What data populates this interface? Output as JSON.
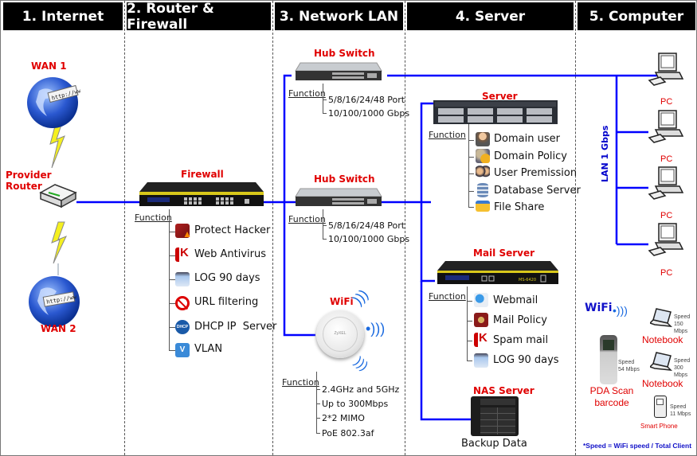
{
  "headers": [
    {
      "label": "1. Internet"
    },
    {
      "label": "2. Router & Firewall"
    },
    {
      "label": "3. Network LAN"
    },
    {
      "label": "4. Server"
    },
    {
      "label": "5. Computer"
    }
  ],
  "internet": {
    "wan1": "WAN 1",
    "wan2": "WAN 2",
    "provider_router": "Provider\nRouter",
    "globe_text": "http://www"
  },
  "firewall": {
    "title": "Firewall",
    "function_label": "Function",
    "functions": [
      {
        "label": "Protect Hacker",
        "icon": "firewall-icon"
      },
      {
        "label": "Web Antivirus",
        "icon": "kaspersky-icon"
      },
      {
        "label": "LOG 90 days",
        "icon": "log-icon"
      },
      {
        "label": "URL filtering",
        "icon": "url-block-icon"
      },
      {
        "label": "DHCP IP  Server",
        "icon": "dhcp-icon"
      },
      {
        "label": "VLAN",
        "icon": "vlan-icon"
      }
    ]
  },
  "network": {
    "switch1": {
      "title": "Hub Switch",
      "function_label": "Function",
      "functions": [
        "5/8/16/24/48 Port",
        "10/100/1000 Gbps"
      ]
    },
    "switch2": {
      "title": "Hub Switch",
      "function_label": "Function",
      "functions": [
        "5/8/16/24/48 Port",
        "10/100/1000 Gbps"
      ]
    },
    "wifi": {
      "title": "WiFi",
      "brand": "ZyXEL",
      "function_label": "Function",
      "functions": [
        "2.4GHz and 5GHz",
        "Up to 300Mbps",
        "2*2 MIMO",
        "PoE 802.3af"
      ]
    }
  },
  "server": {
    "title": "Server",
    "function_label": "Function",
    "functions": [
      {
        "label": "Domain user",
        "icon": "user-icon"
      },
      {
        "label": "Domain Policy",
        "icon": "policy-icon"
      },
      {
        "label": "User Premission",
        "icon": "users-icon"
      },
      {
        "label": "Database Server",
        "icon": "database-icon"
      },
      {
        "label": "File Share",
        "icon": "folder-icon"
      }
    ]
  },
  "mail_server": {
    "title": "Mail Server",
    "model": "MS-6420",
    "function_label": "Function",
    "functions": [
      {
        "label": "Webmail",
        "icon": "webmail-icon"
      },
      {
        "label": "Mail Policy",
        "icon": "mail-policy-icon"
      },
      {
        "label": "Spam mail",
        "icon": "kaspersky-icon"
      },
      {
        "label": "LOG 90 days",
        "icon": "log-icon"
      }
    ]
  },
  "nas": {
    "title": "NAS Server",
    "caption": "Backup Data"
  },
  "computer": {
    "lan_label": "LAN 1 Gbps",
    "pcs": [
      {
        "label": "PC"
      },
      {
        "label": "PC"
      },
      {
        "label": "PC"
      },
      {
        "label": "PC"
      }
    ],
    "wifi_label": "WiFi",
    "wireless_clients": [
      {
        "label": "PDA Scan\nbarcode",
        "speed_label": "Speed",
        "speed": "54 Mbps"
      },
      {
        "label": "Notebook",
        "speed_label": "Speed",
        "speed": "150 Mbps"
      },
      {
        "label": "Notebook",
        "speed_label": "Speed",
        "speed": "300 Mbps"
      },
      {
        "label": "Smart Phone",
        "speed_label": "Speed",
        "speed": "11 Mbps"
      }
    ],
    "footnote": "*Speed = WiFi speed / Total Client"
  },
  "colors": {
    "link": "#0000ff",
    "accent_red": "#e00000",
    "header_bg": "#000000",
    "lightning": "#f5f020"
  }
}
